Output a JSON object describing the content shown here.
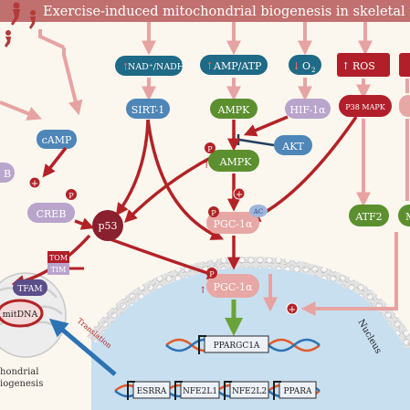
{
  "title": "Exercise-induced mitochondrial biogenesis in skeletal musc",
  "colors": {
    "title_bar": "#c0706f",
    "top_pill": "#1f6a86",
    "red_box": "#b11f2a",
    "green_node": "#5c8f2e",
    "blue_node": "#4e86b8",
    "lavender_node": "#b9a4cc",
    "crimson_node": "#8a1f2d",
    "pink_node": "#e7a7a4",
    "arrow_red": "#b32226",
    "arrow_pink": "#e7a3a2",
    "arrow_green": "#6aa33a",
    "arrow_blue": "#2c73b3"
  },
  "signals": {
    "nad": "NAD⁺/NADH",
    "amp": "AMP/ATP",
    "o2": "O",
    "o2_sub": "2",
    "ros": "ROS"
  },
  "nodes": {
    "camp": "cAMP",
    "sirt1": "SIRT-1",
    "ampk_top": "AMPK",
    "hif": "HIF-1α",
    "p38": "P38 MAPK",
    "akt": "AKT",
    "ampk_p": "AMPK",
    "creb": "CREB",
    "b_partial": "B",
    "p53": "p53",
    "pgc_cyto": "PGC-1α",
    "atf2": "ATF2",
    "m_partial": "M",
    "pgc_nuc": "PGC-1α",
    "tom": "TOM",
    "tim": "TIM",
    "tfam": "TFAM",
    "mtdna": "mitDNA"
  },
  "badges": {
    "p": "P",
    "ac": "AC",
    "plus": "+",
    "up": "↑",
    "down": "↓"
  },
  "genes": {
    "ppargc1a": "PPARGC1A",
    "esrra": "ESRRA",
    "nfe2l1": "NFE2L1",
    "nfe2l2": "NFE2L2",
    "ppara": "PPARA"
  },
  "labels": {
    "translation": "Translation",
    "nucleus": "Nucleus",
    "caption_line1": "hondrial",
    "caption_line2": "iogenesis"
  }
}
